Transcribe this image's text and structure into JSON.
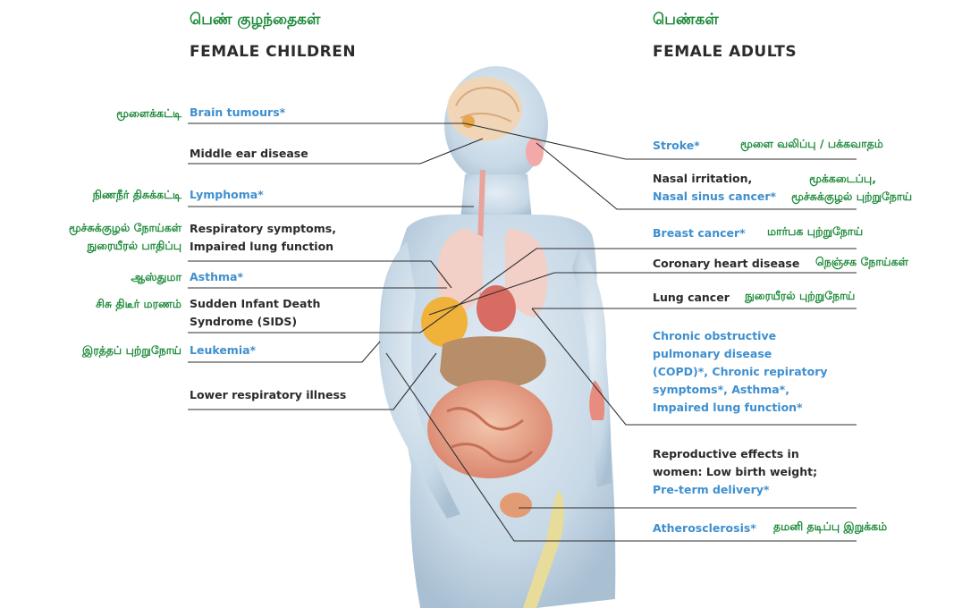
{
  "headers": {
    "children_ta": "பெண் குழந்தைகள்",
    "children_en": "FEMALE CHILDREN",
    "adults_ta": "பெண்கள்",
    "adults_en": "FEMALE ADULTS"
  },
  "children": {
    "brain_ta": "மூளைக்கட்டி",
    "brain_en": "Brain tumours*",
    "ear_en": "Middle ear disease",
    "lymphoma_ta": "நிணநீர் திசுக்கட்டி",
    "lymphoma_en": "Lymphoma*",
    "resp_ta_1": "மூச்சுக்குழல் நோய்கள்",
    "resp_ta_2": "நுரையீரல் பாதிப்பு",
    "resp_en_1": "Respiratory symptoms,",
    "resp_en_2": "Impaired lung function",
    "asthma_ta": "ஆஸ்துமா",
    "asthma_en": "Asthma*",
    "sids_ta": "சிசு திடீர் மரணம்",
    "sids_en_1": "Sudden Infant Death",
    "sids_en_2": "Syndrome (SIDS)",
    "leukemia_ta": "இரத்தப் புற்றுநோய்",
    "leukemia_en": "Leukemia*",
    "lower_resp_en": "Lower respiratory illness"
  },
  "adults": {
    "stroke_en": "Stroke*",
    "stroke_ta": "மூளை வலிப்பு / பக்கவாதம்",
    "nasal_en_1": "Nasal irritation,",
    "nasal_ta_1": "மூக்கடைப்பு,",
    "nasal_en_2": "Nasal sinus cancer*",
    "nasal_ta_2": "மூச்சுக்குழல் புற்றுநோய்",
    "breast_en": "Breast cancer*",
    "breast_ta": "மார்பக புற்றுநோய்",
    "coronary_en": "Coronary heart disease",
    "coronary_ta": "நெஞ்சக நோய்கள்",
    "lung_en": "Lung cancer",
    "lung_ta": "நுரையீரல் புற்றுநோய்",
    "copd_1": "Chronic obstructive",
    "copd_2": "pulmonary disease",
    "copd_3": "(COPD)*, Chronic repiratory",
    "copd_4": "symptoms*, Asthma*,",
    "copd_5": "Impaired lung function*",
    "repro_1": "Reproductive effects in",
    "repro_2": "women: Low birth weight;",
    "repro_3": "Pre-term delivery*",
    "athero_en": "Atherosclerosis*",
    "athero_ta": "தமனி தடிப்பு இறுக்கம்"
  },
  "colors": {
    "tamil_green": "#1d8a3a",
    "english_blue": "#3e8fcf",
    "english_dark": "#2b2b2b",
    "body_skin": "#c9d9e6",
    "organs": "#e8a589"
  }
}
